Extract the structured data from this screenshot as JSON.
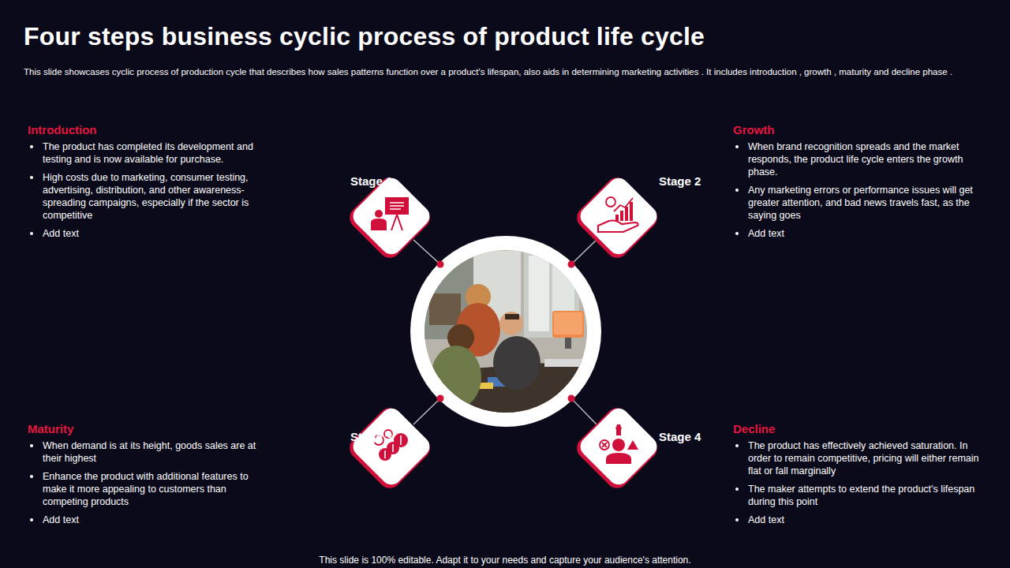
{
  "diagram": {
    "title": "Four steps business cyclic process of product life cycle",
    "nodes": [
      {
        "text": [
          "Stage 1"
        ]
      },
      {
        "text": [
          "Stage 2"
        ]
      },
      {
        "text": [
          "Stage 3"
        ]
      },
      {
        "text": [
          "Stage 4"
        ]
      }
    ],
    "labels": [
      "This slide showcases cyclic process of production cycle that describes how sales patterns function over a product's lifespan, also aids in determining marketing activities . It includes introduction , growth , maturity and decline phase .",
      "Introduction",
      "The product has completed its development and testing and is now available for purchase.",
      "High costs due to marketing, consumer testing, advertising, distribution, and other awareness-spreading campaigns, especially if the sector is competitive",
      "Add text",
      "Growth",
      "When brand recognition spreads and the market responds, the product life cycle enters the growth phase.",
      "Any marketing errors or performance issues will get greater attention, and bad news travels fast, as the saying goes",
      "Add text",
      "Maturity",
      "When demand is at its height, goods sales are at their highest",
      "Enhance the product with additional features to make it more appealing to customers than competing products",
      "Add text",
      "Decline",
      "The product has effectively achieved saturation. In order to remain competitive, pricing will either remain flat or fall marginally",
      "The maker attempts to extend the product's lifespan during this point",
      "Add text",
      "This slide is 100% editable. Adapt it to your needs and capture your audience's attention."
    ]
  }
}
